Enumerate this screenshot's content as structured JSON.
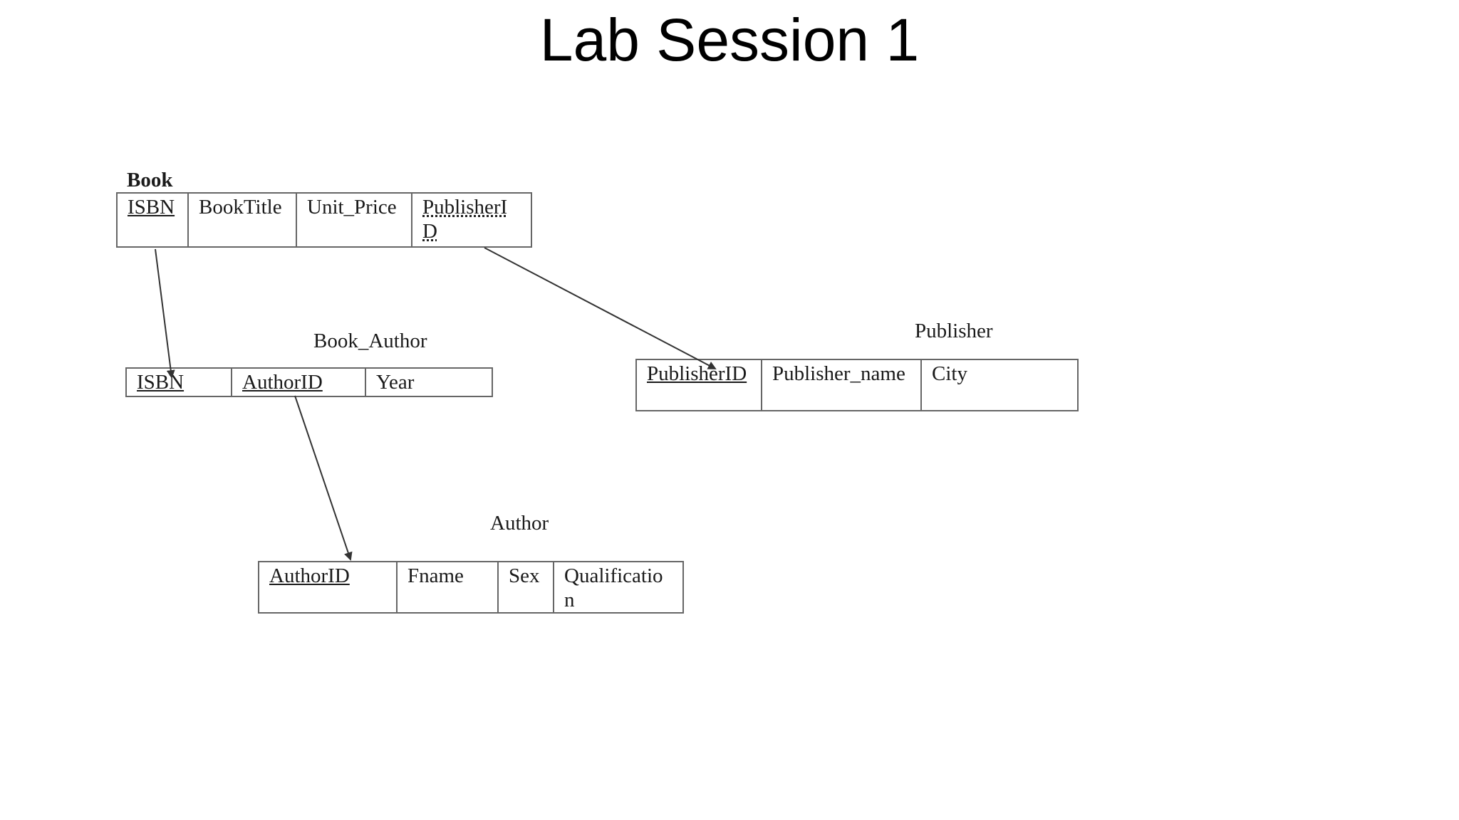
{
  "slide": {
    "title": "Lab Session 1"
  },
  "tables": {
    "book": {
      "label": "Book",
      "columns": [
        "ISBN",
        "BookTitle",
        "Unit_Price",
        "PublisherID"
      ]
    },
    "book_author": {
      "label": "Book_Author",
      "columns": [
        "ISBN",
        "AuthorID",
        "Year"
      ]
    },
    "publisher": {
      "label": "Publisher",
      "columns": [
        "PublisherID",
        "Publisher_name",
        "City"
      ]
    },
    "author": {
      "label": "Author",
      "columns": [
        "AuthorID",
        "Fname",
        "Sex",
        "Qualification"
      ]
    }
  },
  "relationships": [
    {
      "from": "Book.ISBN",
      "to": "Book_Author.ISBN"
    },
    {
      "from": "Book.PublisherID",
      "to": "Publisher.PublisherID"
    },
    {
      "from": "Book_Author.AuthorID",
      "to": "Author.AuthorID"
    }
  ],
  "colors": {
    "border": "#666666",
    "text": "#1a1a1a",
    "arrow": "#333333"
  }
}
